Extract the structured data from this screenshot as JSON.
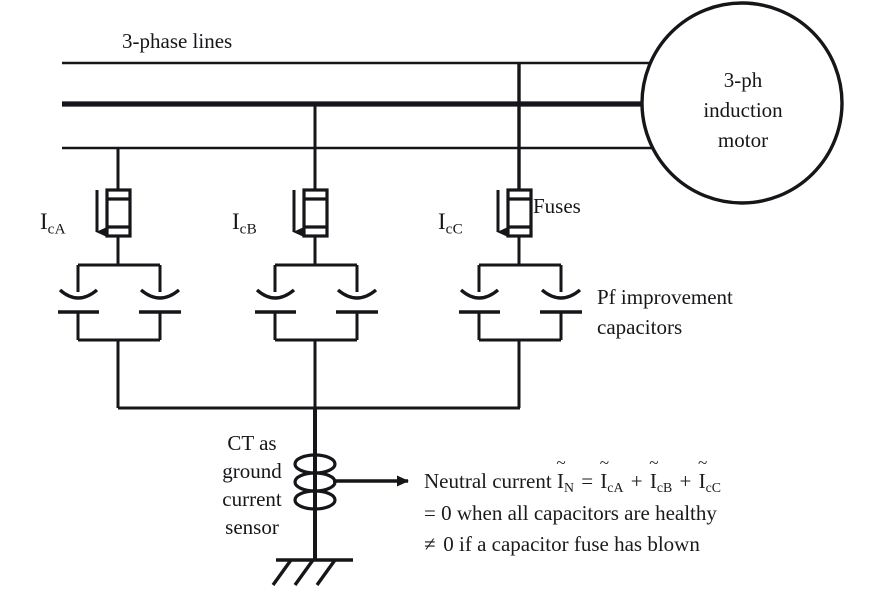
{
  "diagram": {
    "title_note": "3-phase lines",
    "labels": {
      "three_phase_lines": "3-phase lines",
      "motor_line1": "3-ph",
      "motor_line2": "induction",
      "motor_line3": "motor",
      "fuses": "Fuses",
      "pf_capacitors_line1": "Pf improvement",
      "pf_capacitors_line2": "capacitors",
      "ct_line1": "CT as",
      "ct_line2": "ground",
      "ct_line3": "current",
      "ct_line4": "sensor"
    },
    "current_labels": [
      {
        "symbol": "I",
        "subscript": "cA"
      },
      {
        "symbol": "I",
        "subscript": "cB"
      },
      {
        "symbol": "I",
        "subscript": "cC"
      }
    ],
    "equation": {
      "line1_lead": "Neutral current",
      "line1_i_symbol": "I",
      "line1_i_sub": "N",
      "line1_equals": "=",
      "term1_symbol": "I",
      "term1_sub": "cA",
      "plus1": "+",
      "term2_symbol": "I",
      "term2_sub": "cB",
      "plus2": "+",
      "term3_symbol": "I",
      "term3_sub": "cC",
      "tilde": "~",
      "line2": "= 0 when all capacitors are healthy",
      "line3_sign": "≠",
      "line3": "0 if a capacitor fuse has blown"
    },
    "colors": {
      "ink": "#16161a",
      "background": "#ffffff"
    }
  }
}
